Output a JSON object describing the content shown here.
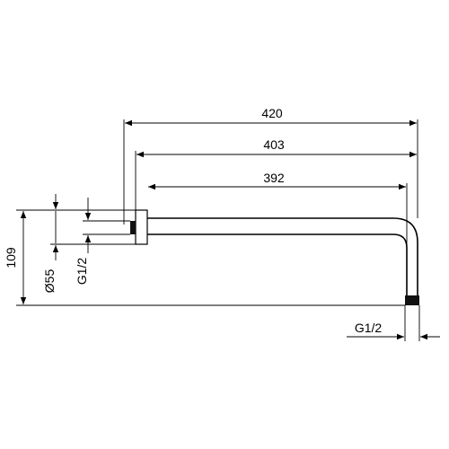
{
  "drawing": {
    "dimensions": {
      "overall_length": "420",
      "length_from_flange": "403",
      "length_straight": "392",
      "height": "109",
      "flange_diameter": "Ø55",
      "wall_thread": "G1/2",
      "outlet_thread": "G1/2"
    }
  }
}
